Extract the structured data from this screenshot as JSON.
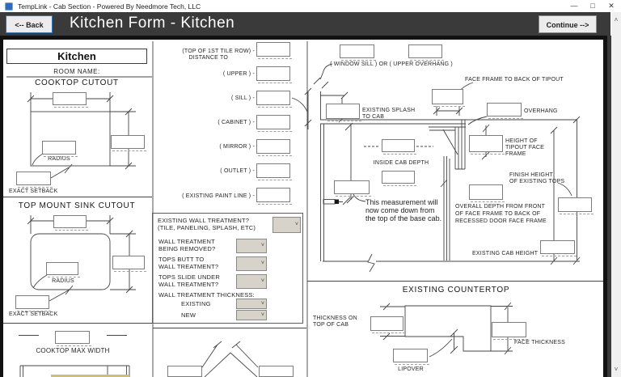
{
  "window": {
    "title": "TempLink - Cab Section - Powered By Needmore Tech, LLC",
    "controls": {
      "min": "—",
      "max": "□",
      "close": "✕"
    }
  },
  "header": {
    "back": "<-- Back",
    "title": "Kitchen Form - Kitchen",
    "continue": "Continue -->"
  },
  "icons": {
    "dropdown_caret": "˅",
    "scroll_up": "˄",
    "scroll_down": "˅"
  },
  "room": {
    "value": "Kitchen",
    "label": "ROOM NAME:"
  },
  "cooktop": {
    "title": "COOKTOP CUTOUT",
    "radius": "RADIUS",
    "setback": "EXACT SETBACK"
  },
  "sink": {
    "title": "TOP MOUNT SINK CUTOUT",
    "radius": "RADIUS",
    "setback": "EXACT SETBACK"
  },
  "max_width": {
    "label": "COOKTOP MAX WIDTH"
  },
  "distance": {
    "row1_line1": "(TOP OF 1ST TILE ROW) -",
    "row1_line2": "DISTANCE TO",
    "rows": [
      "( UPPER ) -",
      "( SILL ) -",
      "( CABINET ) -",
      "( MIRROR ) -",
      "( OUTLET ) -",
      "( EXISTING PAINT LINE ) -"
    ]
  },
  "wall_treatment": {
    "q1a": "EXISTING WALL TREATMENT?",
    "q1b": "(TILE, PANELING, SPLASH, ETC)",
    "q2a": "WALL TREATMENT",
    "q2b": "BEING REMOVED?",
    "q3a": "TOPS BUTT TO",
    "q3b": "WALL TREATMENT?",
    "q4a": "TOPS SLIDE UNDER",
    "q4b": "WALL TREATMENT?",
    "thickness": "WALL TREATMENT THICKNESS:",
    "existing": "EXISTING",
    "new": "NEW"
  },
  "cab_section": {
    "window_sill": "( WINDOW SILL ) OR ( UPPER OVERHANG )",
    "face_frame": "FACE FRAME TO BACK OF TIPOUT",
    "splash_a": "EXISTING SPLASH",
    "splash_b": "TO CAB",
    "overhang": "OVERHANG",
    "tip_a": "HEIGHT OF",
    "tip_b": "TIPOUT FACE",
    "tip_c": "FRAME",
    "inside_depth": "INSIDE CAB DEPTH",
    "note_a": "This measurement will",
    "note_b": "now come down from",
    "note_c": "the top of the base cab.",
    "finish_a": "FINISH HEIGHT",
    "finish_b": "OF EXISTING TOPS",
    "overall_a": "OVERALL DEPTH FROM FRONT",
    "overall_b": "OF FACE FRAME TO BACK OF",
    "overall_c": "RECESSED DOOR FACE FRAME",
    "cab_height": "EXISTING CAB HEIGHT"
  },
  "countertop": {
    "title": "EXISTING COUNTERTOP",
    "thick_a": "THICKNESS ON",
    "thick_b": "TOP OF CAB",
    "face": "FACE THICKNESS",
    "lipover": "LIPOVER"
  },
  "colors": {
    "header_bg": "#3a3a3a",
    "back_button_border": "#2e75b6",
    "highlight_yellow": "#cfc06f",
    "line": "#444444"
  }
}
